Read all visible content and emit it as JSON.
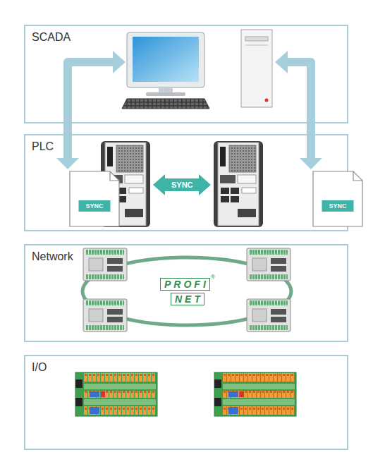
{
  "diagram": {
    "nodes": [
      {
        "text": [
          "SCADA"
        ]
      },
      {
        "text": [
          "PLC"
        ]
      },
      {
        "text": [
          "SYNC"
        ],
        "in": 1
      },
      {
        "text": [
          "SYNC"
        ],
        "in": 1
      },
      {
        "text": [
          "Network"
        ]
      },
      {
        "text": [
          "I/O"
        ]
      }
    ],
    "labels": [
      "SYNC",
      "PROFI",
      "NET",
      "®"
    ]
  }
}
